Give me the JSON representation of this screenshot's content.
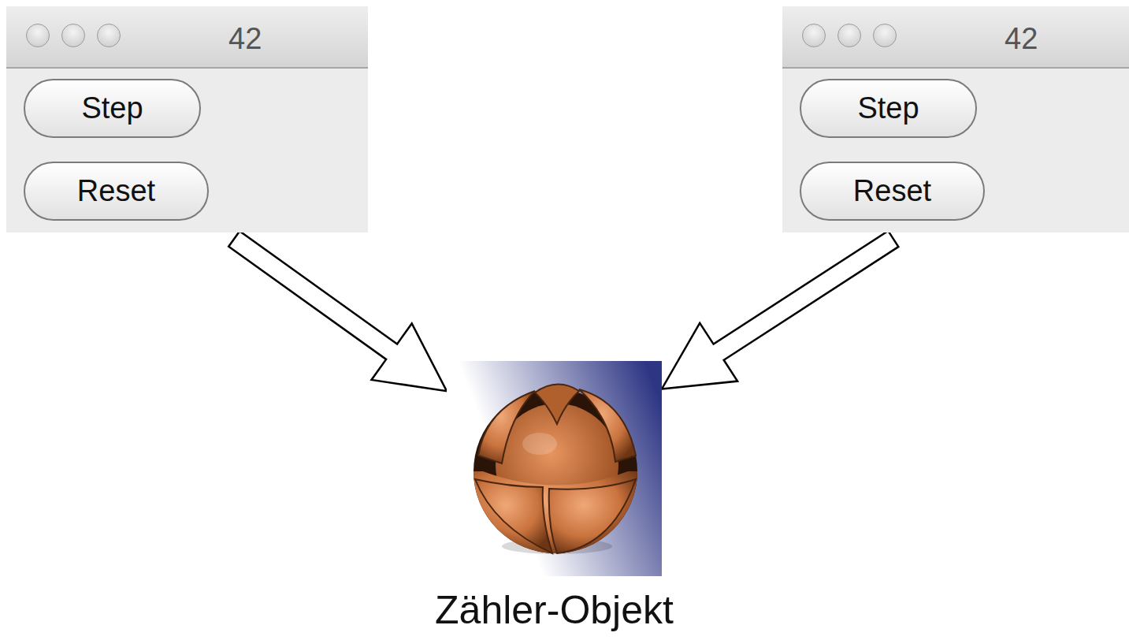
{
  "diagram": {
    "nodes": [
      {
        "text": [
          "42"
        ]
      },
      {
        "text": [
          "Step"
        ],
        "in": 0
      },
      {
        "text": [
          "Reset"
        ],
        "in": 0
      },
      {
        "text": [
          "42"
        ]
      },
      {
        "text": [
          "Step"
        ],
        "in": 3
      },
      {
        "text": [
          "Reset"
        ],
        "in": 3
      },
      {
        "text": [
          "Zähler-Objekt"
        ]
      }
    ],
    "edges": [
      {
        "from": 0,
        "to": 6,
        "arrow": "to"
      },
      {
        "from": 3,
        "to": 6,
        "arrow": "to"
      }
    ]
  }
}
